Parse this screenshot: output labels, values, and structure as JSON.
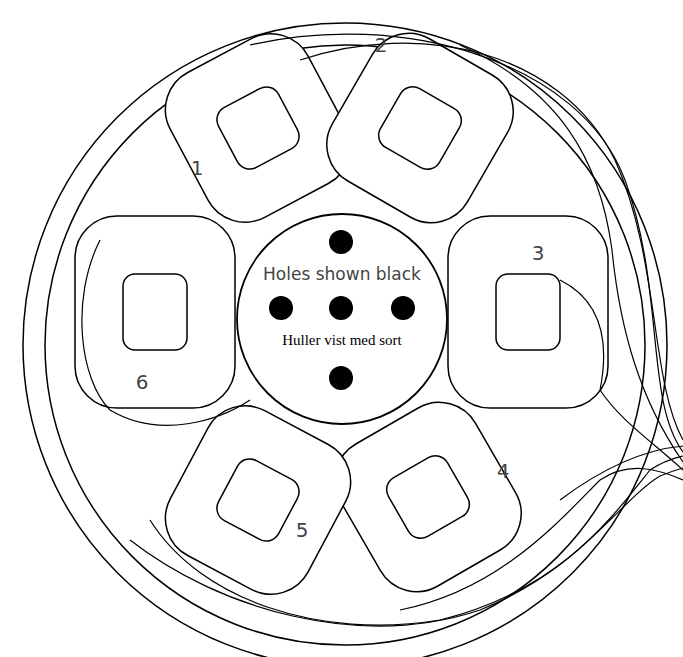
{
  "diagram": {
    "nodes": [
      {
        "text": [
          "Holes shown black",
          "Huller vist med sort"
        ]
      }
    ],
    "labels": [
      "1",
      "2",
      "3",
      "4",
      "5",
      "6"
    ]
  }
}
